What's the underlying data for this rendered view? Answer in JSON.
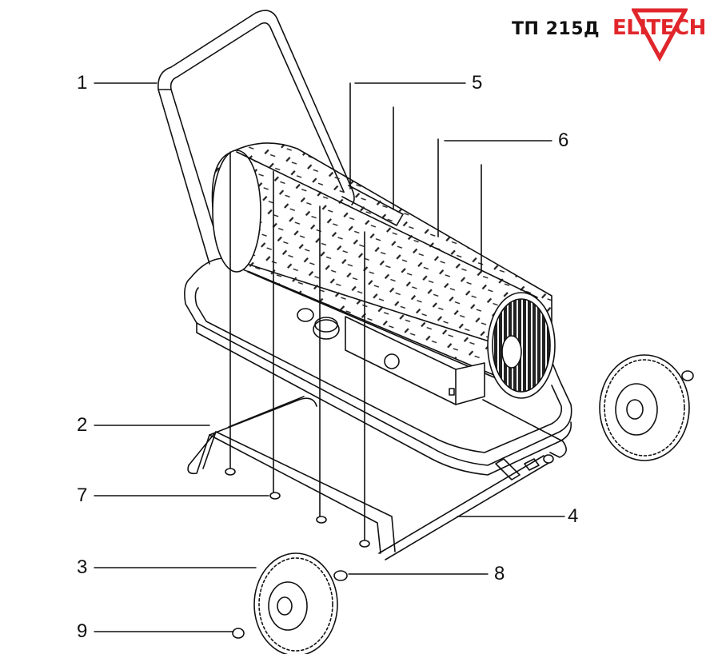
{
  "header": {
    "model": "ТП 215Д",
    "brand": "ELITECH",
    "brand_color": "#e0262b"
  },
  "callouts": [
    {
      "id": "1",
      "label": "1"
    },
    {
      "id": "2",
      "label": "2"
    },
    {
      "id": "3",
      "label": "3"
    },
    {
      "id": "4",
      "label": "4"
    },
    {
      "id": "5",
      "label": "5"
    },
    {
      "id": "6",
      "label": "6"
    },
    {
      "id": "7",
      "label": "7"
    },
    {
      "id": "8",
      "label": "8"
    },
    {
      "id": "9",
      "label": "9"
    }
  ]
}
